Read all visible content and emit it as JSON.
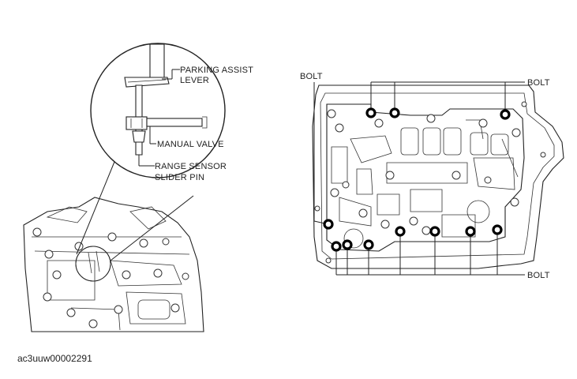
{
  "labels": {
    "parking_assist_lever_line1": "PARKING ASSIST",
    "parking_assist_lever_line2": "LEVER",
    "manual_valve": "MANUAL VALVE",
    "range_sensor_line1": "RANGE SENSOR",
    "range_sensor_line2": "SLIDER PIN",
    "bolt_left": "BOLT",
    "bolt_top_right": "BOLT",
    "bolt_bottom_right": "BOLT"
  },
  "figure_code": "ac3uuw00002291"
}
